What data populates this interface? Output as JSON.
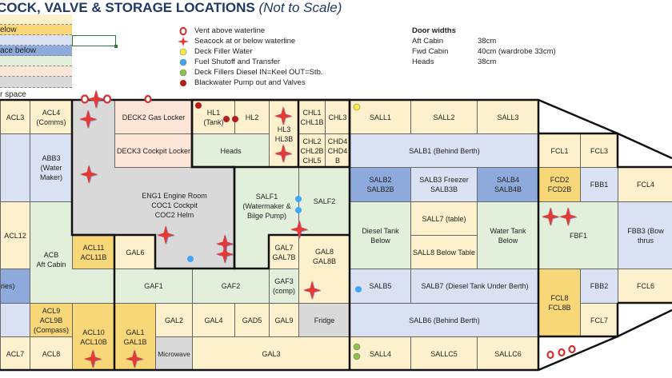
{
  "title": {
    "main": "COCK, VALVE & STORAGE LOCATIONS",
    "note": "(Not to Scale)"
  },
  "color_key": {
    "rows": [
      "",
      "elow",
      "",
      "ace below",
      "",
      "",
      "",
      ""
    ],
    "footer": "r space"
  },
  "legend": [
    {
      "icon": "vent-icon",
      "label": "Vent above waterline",
      "color": "#d32f2f"
    },
    {
      "icon": "seacock-icon",
      "label": "Seacock at or below waterline",
      "color": "#e53935"
    },
    {
      "icon": "deck-filler-water-icon",
      "label": "Deck Filler Water",
      "color": "#ffeb3b"
    },
    {
      "icon": "fuel-shutoff-icon",
      "label": "Fuel Shutoff and Transfer",
      "color": "#42a5f5"
    },
    {
      "icon": "deck-filler-diesel-icon",
      "label": "Deck Fillers Diesel IN=Keel OUT=Stb.",
      "color": "#8bc34a"
    },
    {
      "icon": "blackwater-icon",
      "label": "Blackwater Pump out and Valves",
      "color": "#b71c1c"
    }
  ],
  "door_widths": {
    "heading": "Door widths",
    "rows": [
      [
        "Aft Cabin",
        "38cm"
      ],
      [
        "Fwd Cabin",
        "40cm (wardrobe 33cm)"
      ],
      [
        "Heads",
        "38cm"
      ]
    ]
  },
  "rooms": {
    "acl3": "ACL3",
    "acl4": "ACL4\n(Comms)",
    "abb3": "ABB3\n(Water\nMaker)",
    "acl12": "ACL12",
    "acb": "ACB\nAft Cabin",
    "aries": "ries)",
    "acl11": "ACL11\nACL11B",
    "gal6": "GAL6",
    "acl9": "ACL9\nACL9B\n(Compass)",
    "acl10": "ACL10\nACL10B",
    "gal1": "GAL1\nGAL1B",
    "acl7": "ACL7",
    "acl8": "ACL8",
    "deck2": "DECK2 Gas Locker",
    "deck3": "DECK3 Cockpit Locker",
    "eng": "ENG1 Engine Room\nCOC1 Cockpit\nCOC2 Helm",
    "hl1": "HL1\n(Tank)",
    "hl2": "HL2",
    "heads": "Heads",
    "hl3": "HL3\nHL3B",
    "chl1": "CHL1\nCHL1B",
    "chl3": "CHL3",
    "chl2": "CHL2\nCHL2B\nCHL5",
    "chd4": "CHD4\nCHD4\nB",
    "salf1": "SALF1\n(Watermaker &\nBilge Pump)",
    "salf2": "SALF2",
    "gal7": "GAL7\nGAL7B",
    "gal8": "GAL8\nGAL8B",
    "gaf1": "GAF1",
    "gaf2": "GAF2",
    "gaf3": "GAF3\n(comp)",
    "gal2": "GAL2",
    "gal4": "GAL4",
    "gad5": "GAD5",
    "gal9": "GAL9",
    "fridge": "Fridge",
    "microwave": "Microwave",
    "gal3": "GAL3",
    "sall1": "SALL1",
    "sall2": "SALL2",
    "sall3": "SALL3",
    "salb1": "SALB1 (Behind Berth)",
    "salb2": "SALB2\nSALB2B",
    "salb3": "SALB3 Freezer\nSALB3B",
    "salb4": "SALB4\nSALB4B",
    "diesel": "Diesel Tank\nBelow",
    "sall7": "SALL7 (table)",
    "sall8": "SALL8 Below Table",
    "water": "Water Tank\nBelow",
    "salb5": "SALB5",
    "salb7": "SALB7 (Diesel Tank Under Berth)",
    "salb6": "SALB6 (Behind Berth)",
    "sall4": "SALL4",
    "sallc5": "SALLC5",
    "sallc6": "SALLC6",
    "fcl1": "FCL1",
    "fcl3": "FCL3",
    "fcd2": "FCD2\nFCD2B",
    "fbb1": "FBB1",
    "fcl4": "FCL4",
    "fbf1": "FBF1",
    "fbb3": "FBB3 (Bow thrus",
    "fcl8": "FCL8\nFCL8B",
    "fbb2": "FBB2",
    "fcl6": "FCL6",
    "fcl7": "FCL7"
  }
}
